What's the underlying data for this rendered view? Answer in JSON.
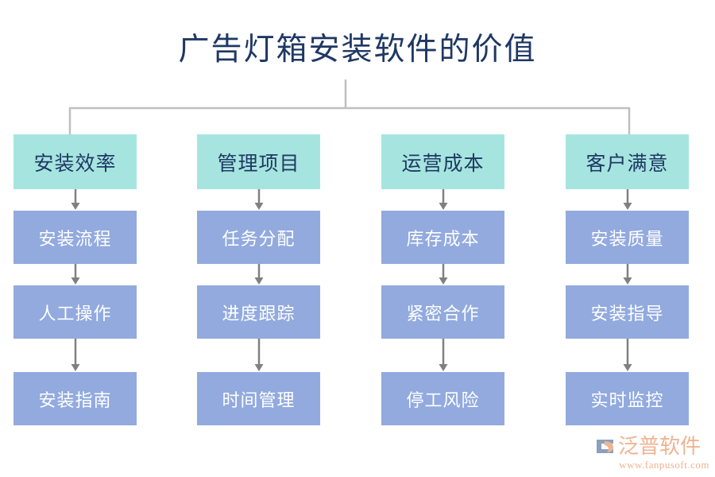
{
  "title": "广告灯箱安装软件的价值",
  "theme": {
    "title_color": "#1f3864",
    "header_box_color": "#a6e5df",
    "item_box_color": "#92aade",
    "item_text_color": "#ffffff",
    "connector_color": "#bfbfbf",
    "arrow_color": "#808080",
    "logo_color": "#f0b391",
    "background": "#ffffff"
  },
  "columns": [
    {
      "header": "安装效率",
      "items": [
        "安装流程",
        "人工操作",
        "安装指南"
      ]
    },
    {
      "header": "管理项目",
      "items": [
        "任务分配",
        "进度跟踪",
        "时间管理"
      ]
    },
    {
      "header": "运营成本",
      "items": [
        "库存成本",
        "紧密合作",
        "停工风险"
      ]
    },
    {
      "header": "客户满意",
      "items": [
        "安装质量",
        "安装指导",
        "实时监控"
      ]
    }
  ],
  "logo": {
    "name": "泛普软件",
    "url": "www.fanpusoft.com"
  }
}
